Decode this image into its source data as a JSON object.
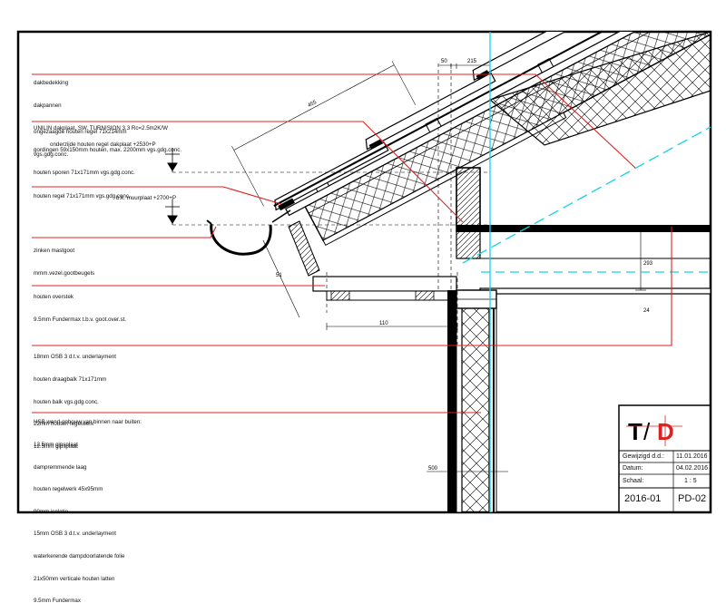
{
  "annotations": [
    {
      "id": "a1",
      "lines": [
        "dakbedekking",
        "dakpannen",
        "UNILIN dakplaat, SW. TURNISION 3.3 Rc=2.5m2K/W",
        "gordingen 59x150mm houten, max. 2200mm vgs.gdg.conc.",
        "houten sporen 71x171mm vgs.gdg.conc."
      ]
    },
    {
      "id": "a2",
      "lines": [
        "ongezaagde houten regel 71x214mm",
        "vgs.gdg.conc."
      ]
    },
    {
      "id": "a3",
      "lines": [
        "houten regel 71x171mm vgs.gdg.conc."
      ]
    },
    {
      "id": "a4",
      "lines": [
        "zinken mastgoot",
        "mmm.vezel.gootbeugels"
      ]
    },
    {
      "id": "a5",
      "lines": [
        "houten overstek",
        "9.5mm Fundermax t.b.v. goot.over.st."
      ]
    },
    {
      "id": "a6",
      "lines": [
        "18mm OSB 3 d.t.v. underlayment",
        "houten draagbalk 71x171mm",
        "houten balk vgs.gdg.conc.",
        "22mm houten regelwerk",
        "12.5mm gipsplaat"
      ]
    },
    {
      "id": "a7",
      "lines": [
        "HSB wand opbouw van binnen naar buiten:",
        "12.5mm gipsplaat",
        "dampremmende laag",
        "houten regelwerk 45x95mm",
        "90mm isolatie",
        "15mm OSB 3 d.t.v. underlayment",
        "waterkerende dampdoorlatende folie",
        "21x50mm verticale houten latten",
        "9.5mm Fundermax"
      ]
    }
  ],
  "levels": {
    "upper": "onderzijde houten regel dakplaat +2530+P",
    "lower": "b.k. muurplaat +2700+P"
  },
  "dimensions": {
    "d_top1": "50",
    "d_top2": "215",
    "d_slope": "455",
    "d_overhang": "110",
    "d_gutter": "51",
    "d_bottom": "500",
    "d_right": "293",
    "d_floor": "24"
  },
  "title_block": {
    "logo_letters": [
      "T",
      "/",
      "D"
    ],
    "rows": [
      {
        "label": "Gewijzigd d.d.:",
        "value": "11.01.2016"
      },
      {
        "label": "Datum:",
        "value": "04.02.2016"
      },
      {
        "label": "Schaal:",
        "value": "1 : 5"
      }
    ],
    "project_number": "2016-01",
    "drawing_number": "PD-02"
  },
  "colors": {
    "leader": "#e02020",
    "axis": "#14d2e6",
    "line": "#000000",
    "logo_accent": "#e02020"
  }
}
